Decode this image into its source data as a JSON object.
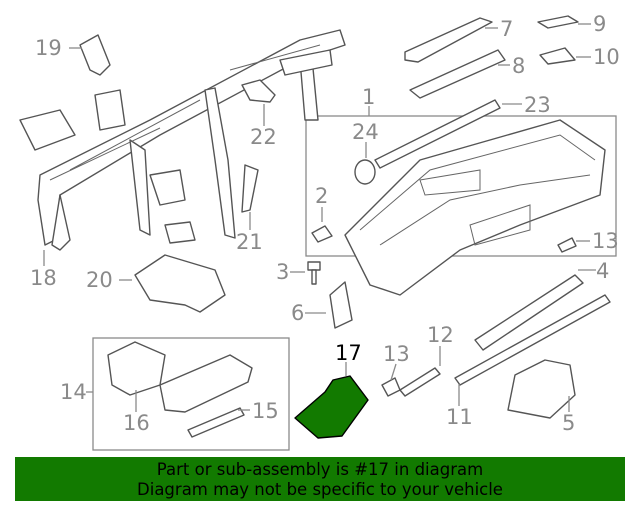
{
  "callouts": [
    {
      "id": "1",
      "label": "1"
    },
    {
      "id": "2",
      "label": "2"
    },
    {
      "id": "3",
      "label": "3"
    },
    {
      "id": "4",
      "label": "4"
    },
    {
      "id": "5",
      "label": "5"
    },
    {
      "id": "6",
      "label": "6"
    },
    {
      "id": "7",
      "label": "7"
    },
    {
      "id": "8",
      "label": "8"
    },
    {
      "id": "9",
      "label": "9"
    },
    {
      "id": "10",
      "label": "10"
    },
    {
      "id": "11",
      "label": "11"
    },
    {
      "id": "12",
      "label": "12"
    },
    {
      "id": "13a",
      "label": "13"
    },
    {
      "id": "13b",
      "label": "13"
    },
    {
      "id": "14",
      "label": "14"
    },
    {
      "id": "15",
      "label": "15"
    },
    {
      "id": "16",
      "label": "16"
    },
    {
      "id": "17",
      "label": "17"
    },
    {
      "id": "18",
      "label": "18"
    },
    {
      "id": "19",
      "label": "19"
    },
    {
      "id": "20",
      "label": "20"
    },
    {
      "id": "21",
      "label": "21"
    },
    {
      "id": "22",
      "label": "22"
    },
    {
      "id": "23",
      "label": "23"
    },
    {
      "id": "24",
      "label": "24"
    }
  ],
  "highlight": {
    "part": "17",
    "color": "#127a00"
  },
  "banner": {
    "line1": "Part or sub-assembly is #17 in diagram",
    "line2": "Diagram may not be specific to your vehicle",
    "background": "#127a00"
  }
}
